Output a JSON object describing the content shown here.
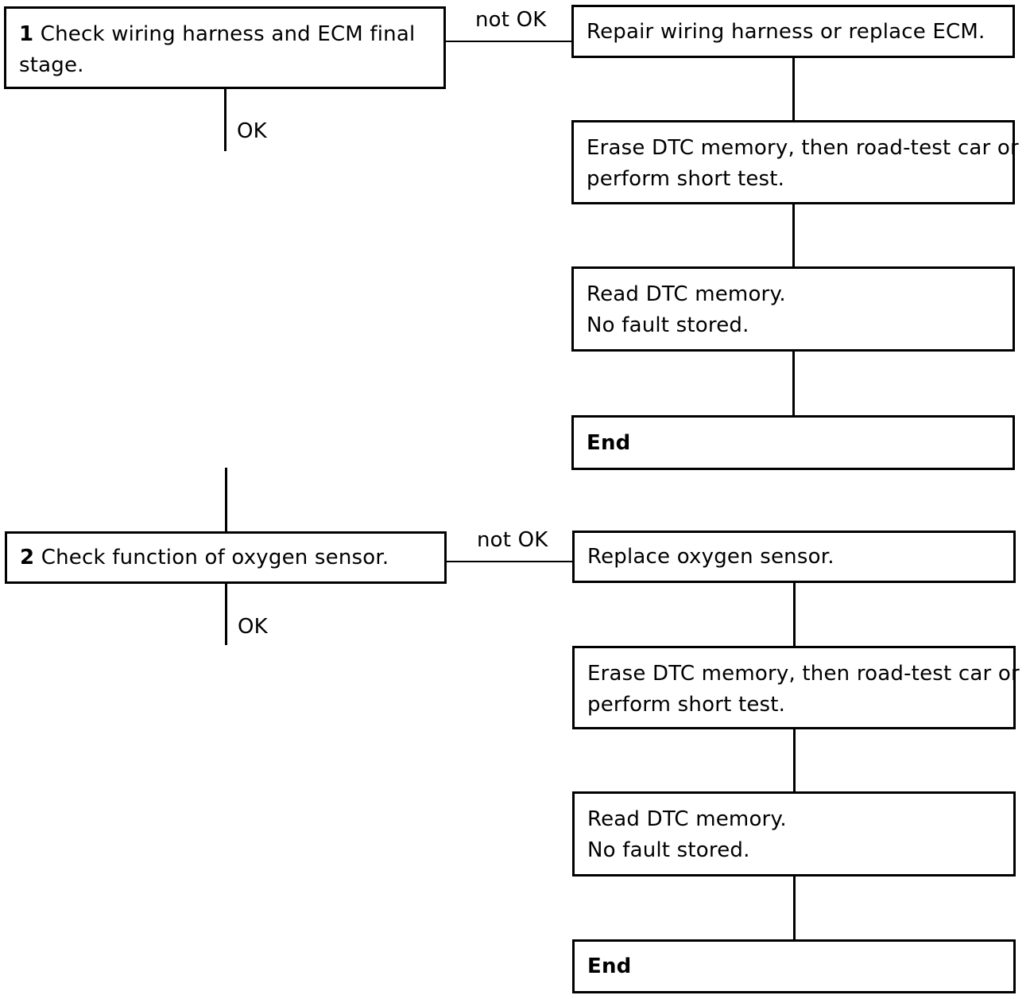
{
  "step1": {
    "number": "1",
    "text_line1": "Check wiring harness and ECM final",
    "text_line2": "stage.",
    "not_ok_label": "not OK",
    "ok_label": "OK"
  },
  "branch1": {
    "repair": "Repair wiring harness or replace ECM.",
    "erase_line1": "Erase DTC memory, then road-test car or",
    "erase_line2": "perform short test.",
    "read_line1": "Read DTC memory.",
    "read_line2": "No fault stored.",
    "end": "End"
  },
  "step2": {
    "number": "2",
    "text": "Check function of oxygen sensor.",
    "not_ok_label": "not OK",
    "ok_label": "OK"
  },
  "branch2": {
    "replace": "Replace oxygen sensor.",
    "erase_line1": "Erase DTC memory, then road-test car or",
    "erase_line2": "perform short test.",
    "read_line1": "Read DTC memory.",
    "read_line2": "No fault stored.",
    "end": "End"
  }
}
